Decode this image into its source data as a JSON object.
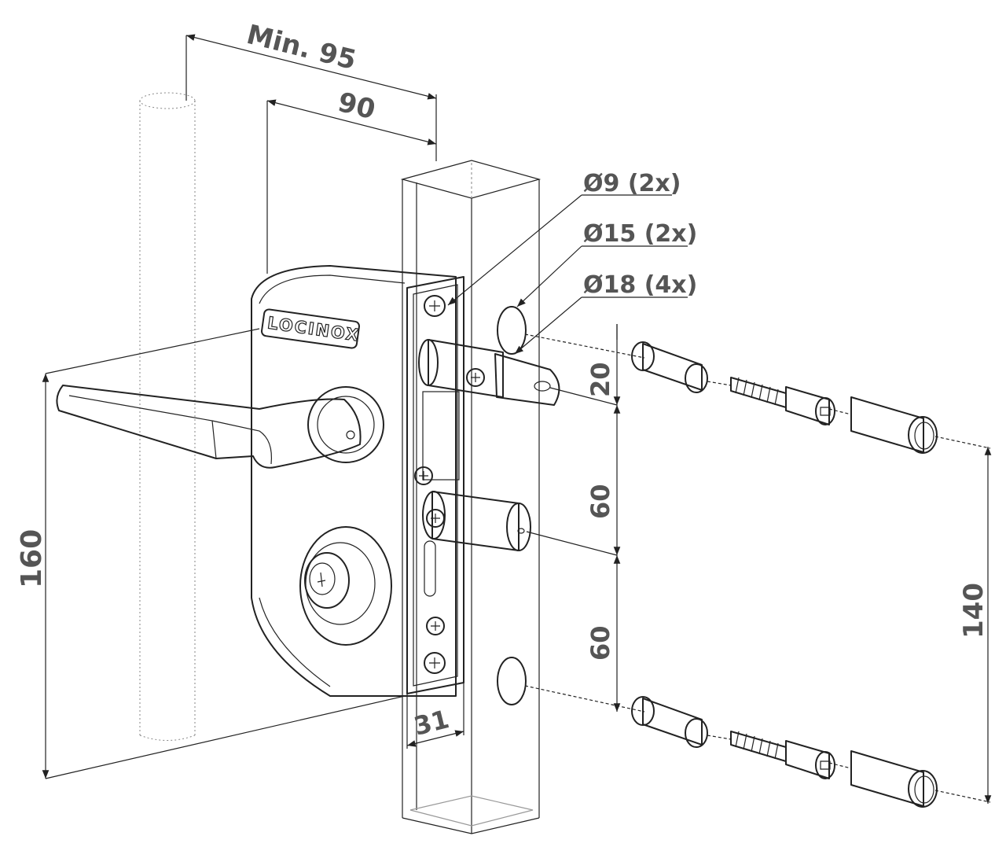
{
  "dimensions": {
    "min_width": "Min. 95",
    "depth": "90",
    "height": "160",
    "offset": "31",
    "spacing_top": "20",
    "spacing_mid": "60",
    "spacing_low": "60",
    "bolt_span": "140"
  },
  "callouts": {
    "hole_9": "Ø9 (2x)",
    "hole_15": "Ø15 (2x)",
    "hole_18": "Ø18 (4x)"
  },
  "brand": "LOCINOX",
  "colors": {
    "line": "#222222",
    "dimension_text": "#555555",
    "background": "#ffffff"
  }
}
